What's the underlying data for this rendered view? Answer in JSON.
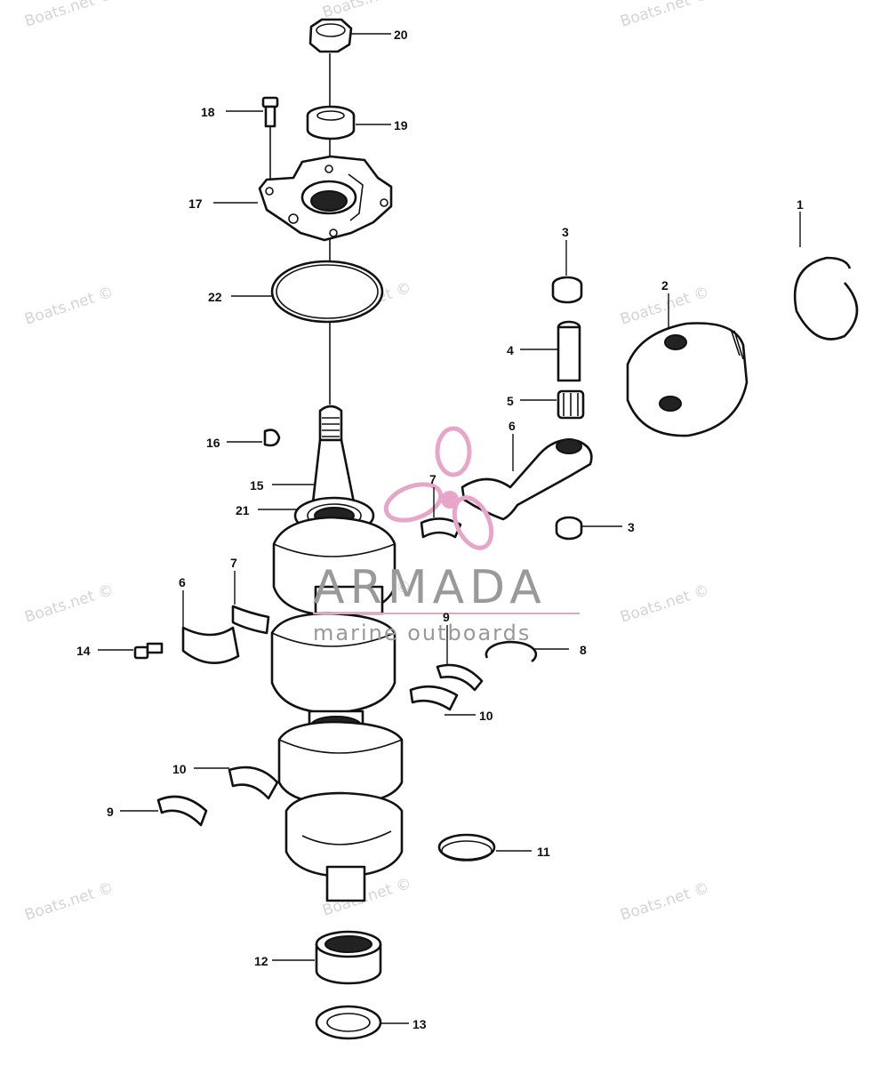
{
  "watermark_text": "Boats.net ©",
  "logo": {
    "name": "ARMADA",
    "tagline": "marine outboards",
    "color_accent": "#e7a6c8",
    "color_text": "#999999"
  },
  "callouts": [
    {
      "id": "c1",
      "label": "1"
    },
    {
      "id": "c2",
      "label": "2"
    },
    {
      "id": "c3a",
      "label": "3"
    },
    {
      "id": "c3b",
      "label": "3"
    },
    {
      "id": "c4",
      "label": "4"
    },
    {
      "id": "c5",
      "label": "5"
    },
    {
      "id": "c6a",
      "label": "6"
    },
    {
      "id": "c6b",
      "label": "6"
    },
    {
      "id": "c7a",
      "label": "7"
    },
    {
      "id": "c7b",
      "label": "7"
    },
    {
      "id": "c8",
      "label": "8"
    },
    {
      "id": "c9a",
      "label": "9"
    },
    {
      "id": "c9b",
      "label": "9"
    },
    {
      "id": "c10a",
      "label": "10"
    },
    {
      "id": "c10b",
      "label": "10"
    },
    {
      "id": "c11",
      "label": "11"
    },
    {
      "id": "c12",
      "label": "12"
    },
    {
      "id": "c13",
      "label": "13"
    },
    {
      "id": "c14",
      "label": "14"
    },
    {
      "id": "c15",
      "label": "15"
    },
    {
      "id": "c16",
      "label": "16"
    },
    {
      "id": "c17",
      "label": "17"
    },
    {
      "id": "c18",
      "label": "18"
    },
    {
      "id": "c19",
      "label": "19"
    },
    {
      "id": "c20",
      "label": "20"
    },
    {
      "id": "c21",
      "label": "21"
    },
    {
      "id": "c22",
      "label": "22"
    }
  ]
}
